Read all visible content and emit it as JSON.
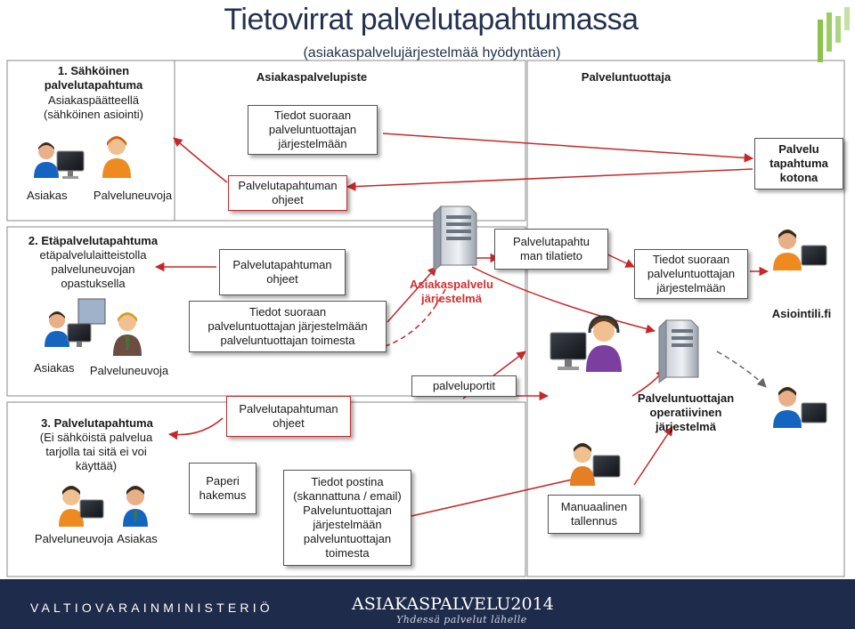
{
  "title": "Tietovirrat palvelutapahtumassa",
  "subtitle": "(asiakaspalvelujärjestelmää hyödyntäen)",
  "columns": {
    "asiakaspalvelupiste": "Asiakaspalvelupiste",
    "palveluntuottaja": "Palveluntuottaja"
  },
  "section1": {
    "heading": "1. Sähköinen\npalvelutapahtuma",
    "desc": "Asiakaspäätteellä\n(sähköinen asiointi)",
    "label_asiakas": "Asiakas",
    "label_palveluneuvoja": "Palveluneuvoja",
    "box_tiedot": "Tiedot suoraan\npalveluntuottajan\njärjestelmään",
    "box_ohjeet": "Palvelutapahtuman\nohjeet",
    "box_kotona": "Palvelu\ntapahtuma\nkotona"
  },
  "section2": {
    "heading": "2. Etäpalvelutapahtuma",
    "desc": "etäpalvelulaitteistolla\npalveluneuvojan\nopastuksella",
    "label_asiakas": "Asiakas",
    "label_palveluneuvoja": "Palveluneuvoja",
    "box_ohjeet": "Palvelutapahtuman\nohjeet",
    "box_tiedot": "Tiedot suoraan\npalveluntuottajan järjestelmään\npalveluntuottajan  toimesta",
    "system_label": "Asiakaspalvelu\njärjestelmä",
    "box_tilatieto": "Palvelutapahtu\nman tilatieto",
    "box_tiedot2": "Tiedot suoraan\npalveluntuottajan\njärjestelmään",
    "asiointili": "Asiointili.fi"
  },
  "section3": {
    "heading": "3. Palvelutapahtuma",
    "desc": "(Ei sähköistä palvelua\ntarjolla tai sitä ei voi\nkäyttää)",
    "label_palveluneuvoja": "Palveluneuvoja",
    "label_asiakas": "Asiakas",
    "box_ohjeet": "Palvelutapahtuman\nohjeet",
    "box_paperi": "Paperi\nhakemus",
    "box_postina": "Tiedot postina\n(skannattuna / email)\nPalveluntuottajan\njärjestelmään\npalveluntuottajan\ntoimesta",
    "box_portit": "palveluportit",
    "operative": "Palveluntuottajan\noperatiivinen\njärjestelmä",
    "box_manual": "Manuaalinen\ntallennus"
  },
  "footer": {
    "ministry": "VALTIOVARAINMINISTERIÖ",
    "brand": "ASIAKASPALVELU2014",
    "slogan": "Yhdessä palvelut lähelle"
  },
  "colors": {
    "arrow_red": "#c62828",
    "footer_bg": "#1f2b4a",
    "title_blue": "#24324f",
    "system_red": "#d32f2f",
    "logo_green": "#8bc34a"
  }
}
